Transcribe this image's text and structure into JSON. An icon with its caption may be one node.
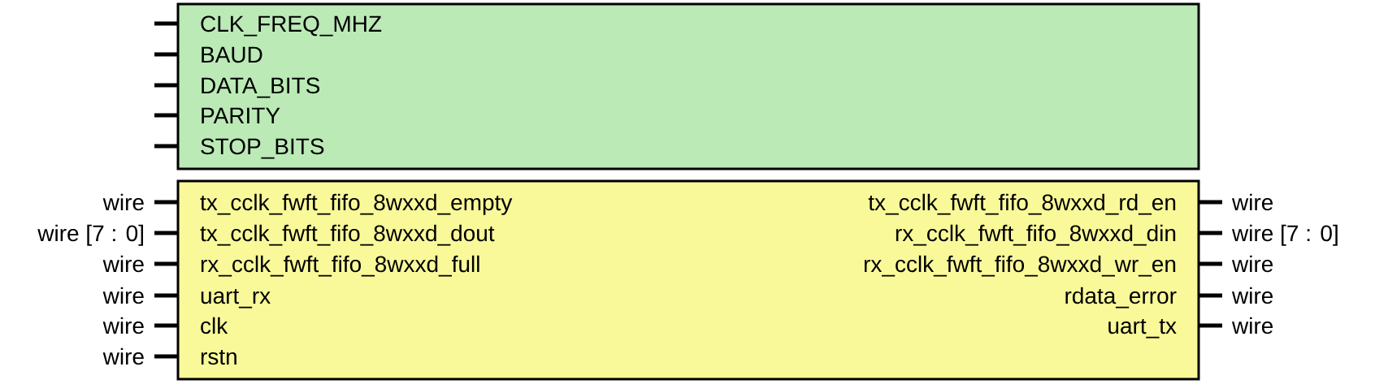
{
  "diagram": {
    "nodes": [
      {
        "text": [
          "CLK_FREQ_MHZ",
          "BAUD",
          "DATA_BITS",
          "PARITY",
          "STOP_BITS"
        ]
      },
      {
        "text": [
          "tx_cclk_fwft_fifo_8wxxd_empty",
          "tx_cclk_fwft_fifo_8wxxd_rd_en",
          "tx_cclk_fwft_fifo_8wxxd_dout",
          "rx_cclk_fwft_fifo_8wxxd_din",
          "rx_cclk_fwft_fifo_8wxxd_full",
          "rx_cclk_fwft_fifo_8wxxd_wr_en",
          "uart_rx",
          "rdata_error",
          "clk",
          "uart_tx",
          "rstn"
        ]
      }
    ],
    "labels": [
      "wire",
      "wire",
      "wire [7 : 0]",
      "wire [7 : 0]",
      "wire",
      "wire",
      "wire",
      "wire",
      "wire",
      "wire",
      "wire"
    ]
  }
}
